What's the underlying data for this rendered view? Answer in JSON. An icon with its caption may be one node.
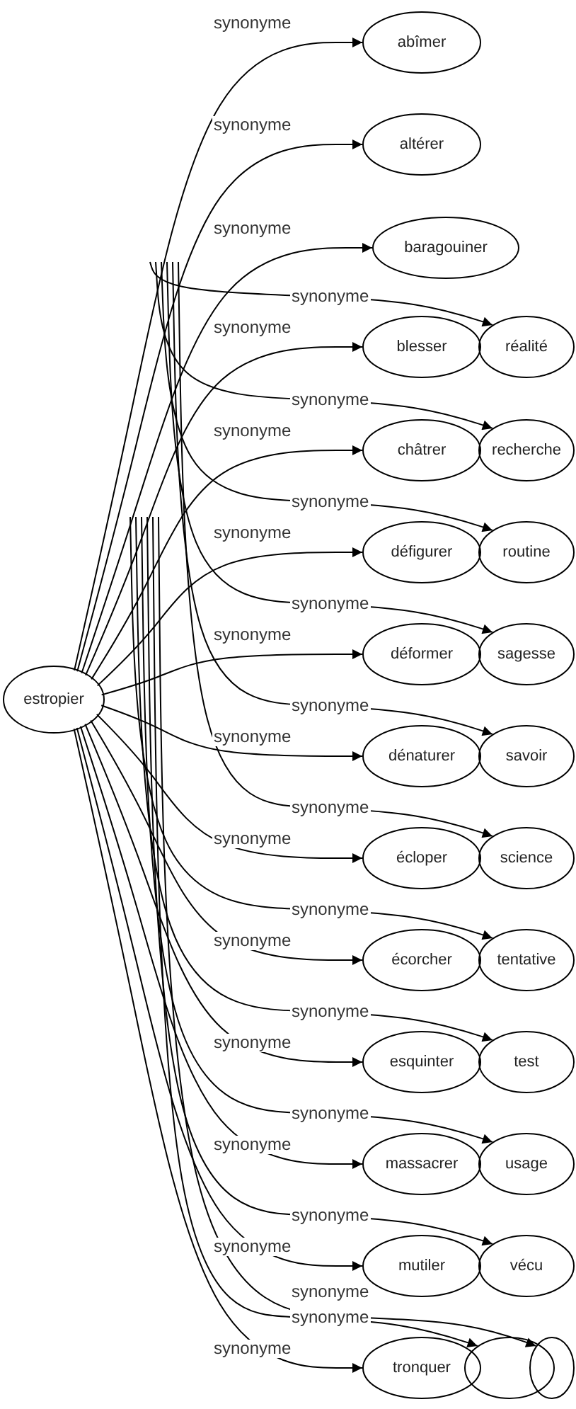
{
  "diagram": {
    "nodes": [
      {
        "text": [
          "estropier"
        ]
      },
      {
        "text": [
          "abîmer"
        ]
      },
      {
        "text": [
          "altérer"
        ]
      },
      {
        "text": [
          "baragouiner"
        ]
      },
      {
        "text": [
          "blesser"
        ]
      },
      {
        "text": [
          "châtrer"
        ]
      },
      {
        "text": [
          "défigurer"
        ]
      },
      {
        "text": [
          "déformer"
        ]
      },
      {
        "text": [
          "dénaturer"
        ]
      },
      {
        "text": [
          "écloper"
        ]
      },
      {
        "text": [
          "écorcher"
        ]
      },
      {
        "text": [
          "esquinter"
        ]
      },
      {
        "text": [
          "massacrer"
        ]
      },
      {
        "text": [
          "mutiler"
        ]
      },
      {
        "text": [
          "tronquer"
        ]
      },
      {
        "text": [
          "réalité"
        ]
      },
      {
        "text": [
          "recherche"
        ]
      },
      {
        "text": [
          "routine"
        ]
      },
      {
        "text": [
          "sagesse"
        ]
      },
      {
        "text": [
          "savoir"
        ]
      },
      {
        "text": [
          "science"
        ]
      },
      {
        "text": [
          "tentative"
        ]
      },
      {
        "text": [
          "test"
        ]
      },
      {
        "text": [
          "usage"
        ]
      },
      {
        "text": [
          "vécu"
        ]
      },
      {
        "text": [],
        "shape": "ellipse"
      },
      {
        "text": [],
        "shape": "ellipse"
      }
    ],
    "edges": [
      {
        "from": 0,
        "to": 1,
        "arrow": "to",
        "label": "synonyme"
      },
      {
        "from": 0,
        "to": 2,
        "arrow": "to",
        "label": "synonyme"
      },
      {
        "from": 0,
        "to": 3,
        "arrow": "to",
        "label": "synonyme"
      },
      {
        "from": 0,
        "to": 4,
        "arrow": "to",
        "label": "synonyme"
      },
      {
        "from": 0,
        "to": 5,
        "arrow": "to",
        "label": "synonyme"
      },
      {
        "from": 0,
        "to": 6,
        "arrow": "to",
        "label": "synonyme"
      },
      {
        "from": 0,
        "to": 7,
        "arrow": "to",
        "label": "synonyme"
      },
      {
        "from": 0,
        "to": 8,
        "arrow": "to",
        "label": "synonyme"
      },
      {
        "from": 0,
        "to": 9,
        "arrow": "to",
        "label": "synonyme"
      },
      {
        "from": 0,
        "to": 10,
        "arrow": "to",
        "label": "synonyme"
      },
      {
        "from": 0,
        "to": 11,
        "arrow": "to",
        "label": "synonyme"
      },
      {
        "from": 0,
        "to": 12,
        "arrow": "to",
        "label": "synonyme"
      },
      {
        "from": 0,
        "to": 13,
        "arrow": "to",
        "label": "synonyme"
      },
      {
        "from": 0,
        "to": 14,
        "arrow": "to",
        "label": "synonyme"
      },
      {
        "from": null,
        "to": 15,
        "arrow": "to",
        "label": "synonyme"
      },
      {
        "from": null,
        "to": 16,
        "arrow": "to",
        "label": "synonyme"
      },
      {
        "from": null,
        "to": 17,
        "arrow": "to",
        "label": "synonyme"
      },
      {
        "from": null,
        "to": 18,
        "arrow": "to",
        "label": "synonyme"
      },
      {
        "from": null,
        "to": 19,
        "arrow": "to",
        "label": "synonyme"
      },
      {
        "from": null,
        "to": 20,
        "arrow": "to",
        "label": "synonyme"
      },
      {
        "from": null,
        "to": 21,
        "arrow": "to",
        "label": "synonyme"
      },
      {
        "from": null,
        "to": 22,
        "arrow": "to",
        "label": "synonyme"
      },
      {
        "from": null,
        "to": 23,
        "arrow": "to",
        "label": "synonyme"
      },
      {
        "from": null,
        "to": 24,
        "arrow": "to",
        "label": "synonyme"
      },
      {
        "from": null,
        "to": 25,
        "arrow": "to",
        "label": "synonyme"
      },
      {
        "from": null,
        "to": 26,
        "arrow": "to",
        "label": "synonyme"
      }
    ]
  }
}
